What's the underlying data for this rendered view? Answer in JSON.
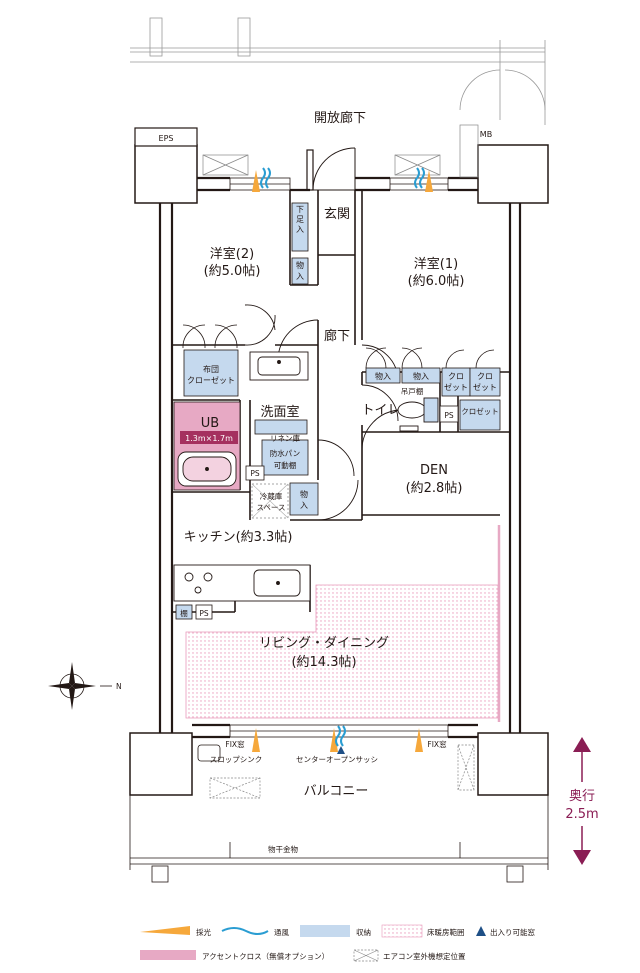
{
  "colors": {
    "wall": "#231815",
    "storage": "#c5d9ee",
    "accent": "#e7a9c4",
    "floorheat": "#e99abb",
    "light": "#f6a83b",
    "wind": "#2a9dd2",
    "dimension": "#8a1d54"
  },
  "rooms": {
    "corridor_open": "開放廊下",
    "eps": "EPS",
    "mb": "MB",
    "entrance": "玄関",
    "shoe_storage": "下足入",
    "storage_short": "物入",
    "western2_name": "洋室(2)",
    "western2_size": "(約5.0帖)",
    "western1_name": "洋室(1)",
    "western1_size": "(約6.0帖)",
    "hallway": "廊下",
    "futon_closet_1": "布団",
    "futon_closet_2": "クローゼット",
    "closet_1": "クロ",
    "closet_2": "ゼット",
    "ub": "UB",
    "ub_size": "1.3m×1.7m",
    "washroom": "洗面室",
    "linen": "リネン庫",
    "waterproof_pan_1": "防水パン",
    "waterproof_pan_2": "可動棚",
    "ps": "PS",
    "hanging_shelf": "吊戸棚",
    "toilet": "トイレ",
    "closet_full": "クロゼット",
    "den_name": "DEN",
    "den_size": "(約2.8帖)",
    "fridge_1": "冷蔵庫",
    "fridge_2": "スペース",
    "kitchen": "キッチン(約3.3帖)",
    "shelf": "棚",
    "living_name": "リビング・ダイニング",
    "living_size": "(約14.3帖)",
    "fix_window": "FIX窓",
    "slop_sink": "スロップシンク",
    "center_sash": "センターオープンサッシ",
    "balcony": "バルコニー",
    "laundry_hanger": "物干金物",
    "compass_n": "N"
  },
  "dimension": {
    "label": "奥行",
    "value": "2.5m"
  },
  "legend": {
    "light": "採光",
    "wind": "通風",
    "storage": "収納",
    "floorheat": "床暖房範囲",
    "access": "出入り可能窓",
    "accent": "アクセントクロス（無償オプション）",
    "ac": "エアコン室外機想定位置"
  }
}
